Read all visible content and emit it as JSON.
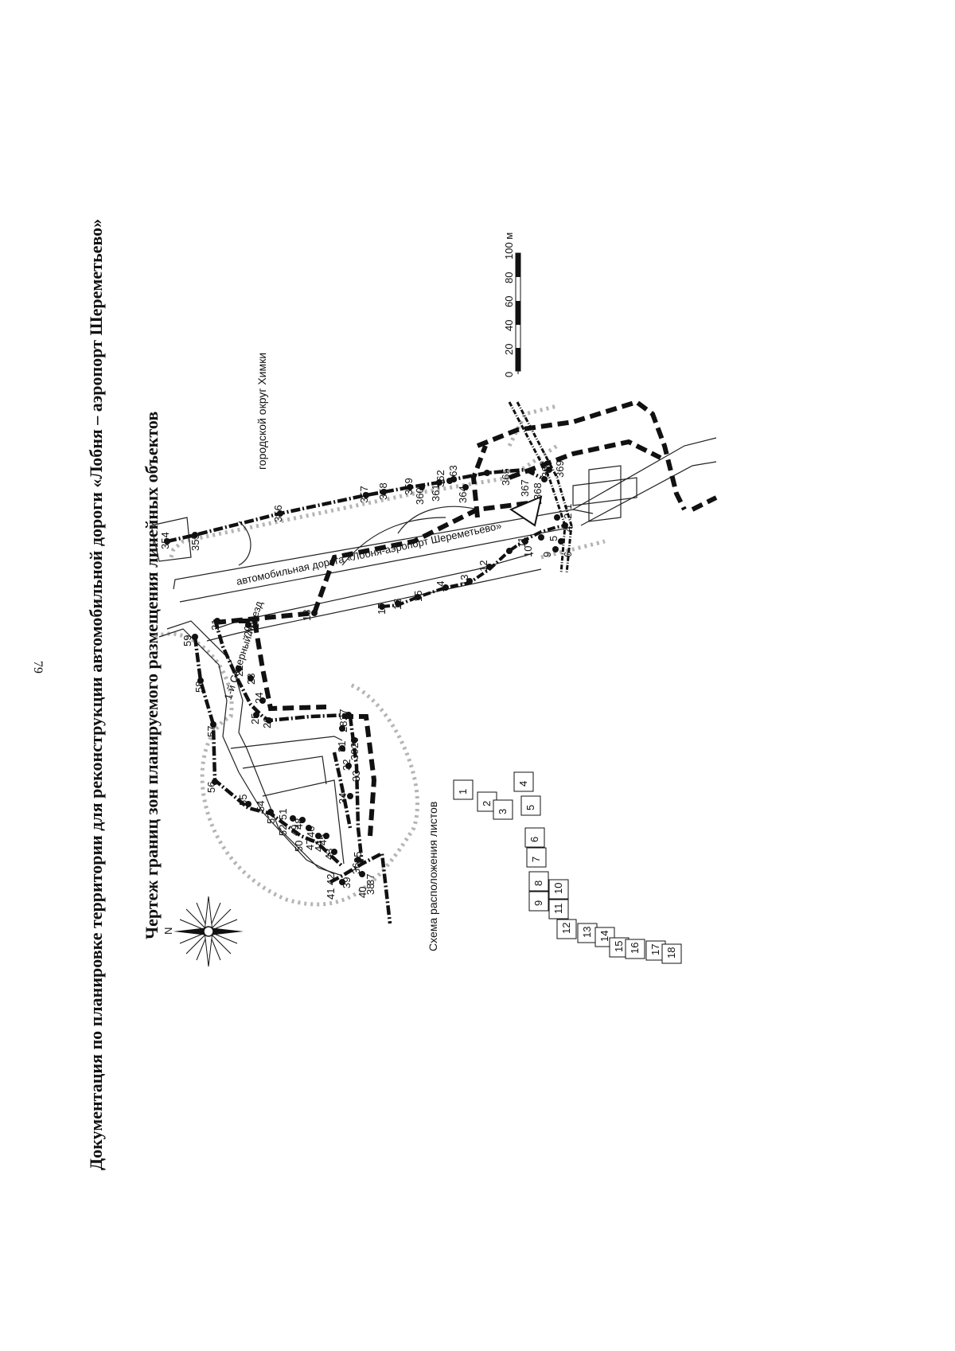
{
  "page_number": "79",
  "title": "Документация по планировке территории для реконструкции автомобильной дороги «Лобня – аэропорт Шереметьево»",
  "subtitle": "Чертеж границ зон планируемого размещения линейных объектов",
  "map": {
    "district_label": "городской округ Химки",
    "road_label": "автомобильная дорога «Лобня-аэропорт Шереметьево»",
    "street_label": "1-й Северный проезд",
    "compass_label": "N",
    "scale_ticks": [
      "0",
      "20",
      "40",
      "60",
      "80",
      "100 м"
    ],
    "points": [
      "1",
      "2",
      "4",
      "5",
      "6",
      "9",
      "10",
      "11",
      "12",
      "13",
      "14",
      "15",
      "16",
      "17",
      "18",
      "19",
      "20",
      "21",
      "22",
      "23",
      "24",
      "25",
      "26",
      "27",
      "28",
      "29",
      "30",
      "31",
      "32",
      "33",
      "34",
      "35",
      "36",
      "37",
      "38",
      "39",
      "40",
      "41",
      "42",
      "43",
      "44",
      "45",
      "46",
      "47",
      "48",
      "49",
      "50",
      "51",
      "52",
      "53",
      "54",
      "55",
      "56",
      "57",
      "58",
      "59",
      "354",
      "355",
      "356",
      "357",
      "358",
      "359",
      "360",
      "361",
      "362",
      "363",
      "364",
      "365",
      "366",
      "367",
      "368",
      "369"
    ]
  },
  "sheet_scheme": {
    "title": "Схема расположения листов",
    "sheets": [
      "1",
      "2",
      "3",
      "4",
      "5",
      "6",
      "7",
      "8",
      "9",
      "10",
      "11",
      "12",
      "13",
      "14",
      "15",
      "16",
      "17",
      "18"
    ]
  },
  "colors": {
    "ink": "#111111",
    "halo": "#9a9a9a",
    "boundary": "#1a1a1a"
  }
}
